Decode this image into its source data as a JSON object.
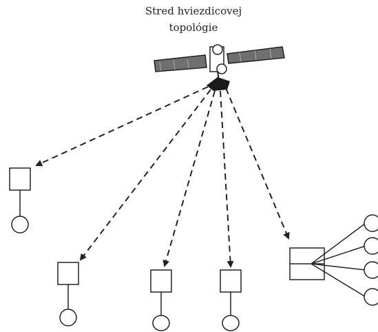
{
  "diagram": {
    "title_lines": [
      "Stred hviezdicovej",
      "topológie"
    ],
    "center_icon": "satellite-icon",
    "node_icon": "terminal-node-icon",
    "line_style": "dashed-arrow",
    "colors": {
      "ink": "#222222",
      "satellite_panel": "#6f6f6f",
      "satellite_dish": "#1a1a1a"
    }
  }
}
